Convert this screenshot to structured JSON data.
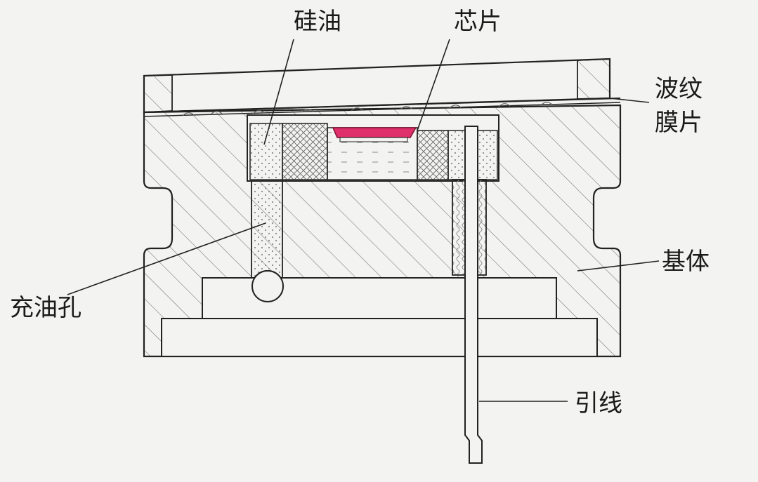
{
  "labels": {
    "silicone_oil": "硅油",
    "chip": "芯片",
    "corrugated_diaphragm_line1": "波纹",
    "corrugated_diaphragm_line2": "膜片",
    "base_body": "基体",
    "oil_fill_hole": "充油孔",
    "lead_wire": "引线"
  },
  "colors": {
    "background": "#f3f3f1",
    "outline": "#222222",
    "hatch": "#6a6a6a",
    "chip": "#e0306c",
    "oil_fill": "#eceae6"
  }
}
